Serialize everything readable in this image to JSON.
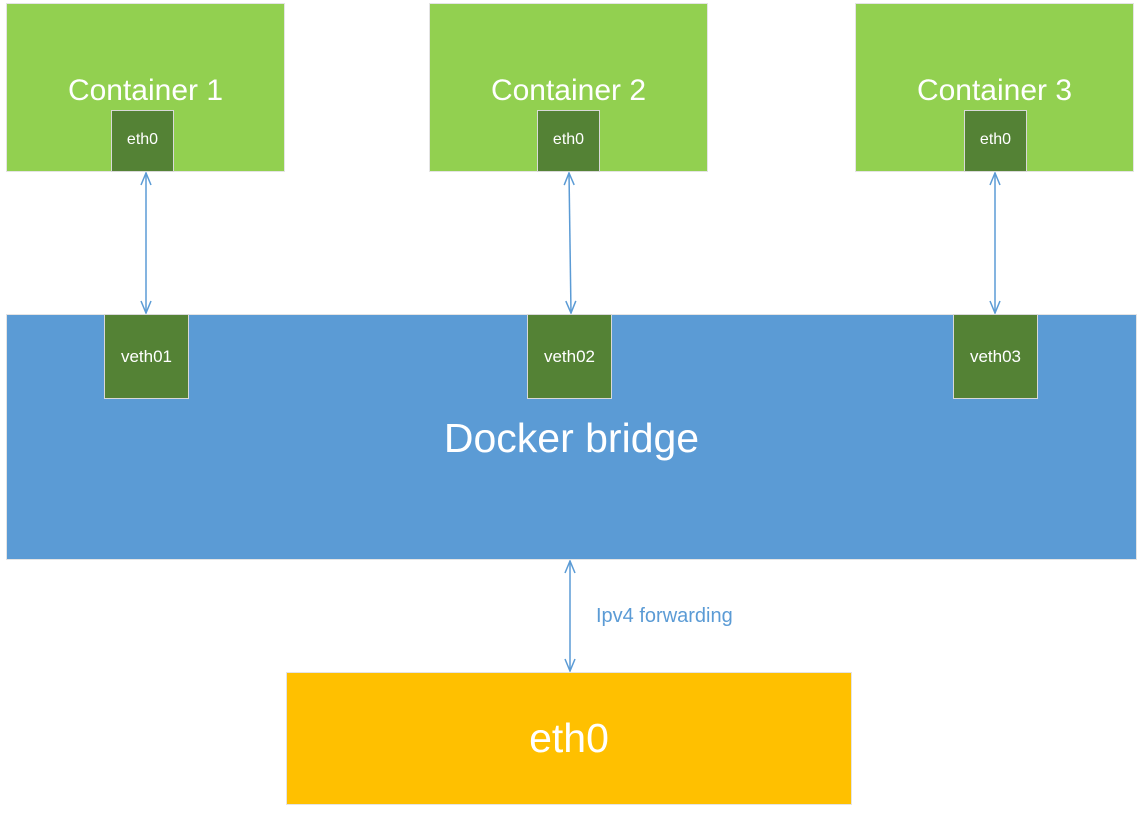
{
  "colors": {
    "container": "#92d050",
    "port": "#548235",
    "bridge": "#5b9bd5",
    "host": "#ffc000",
    "link": "#5b9bd5",
    "label": "#5b9bd5"
  },
  "containers": [
    {
      "title": "Container 1",
      "interface": "eth0"
    },
    {
      "title": "Container 2",
      "interface": "eth0"
    },
    {
      "title": "Container 3",
      "interface": "eth0"
    }
  ],
  "bridge": {
    "title": "Docker bridge",
    "ports": [
      "veth01",
      "veth02",
      "veth03"
    ]
  },
  "host_interface": {
    "title": "eth0"
  },
  "links": {
    "forwarding_label": "Ipv4 forwarding"
  }
}
